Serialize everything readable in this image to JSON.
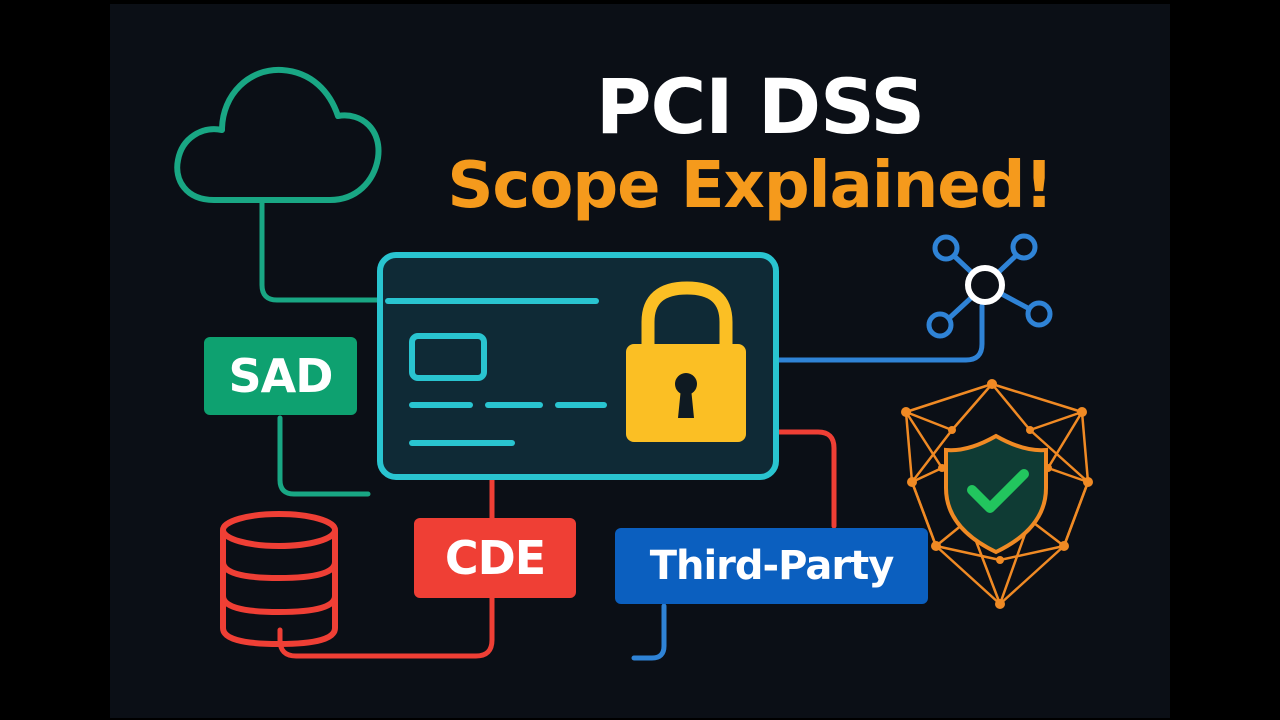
{
  "title": {
    "line1": "PCI DSS",
    "line2": "Scope Explained!"
  },
  "labels": {
    "sad": "SAD",
    "cde": "CDE",
    "third_party": "Third-Party"
  },
  "colors": {
    "background": "#0b0f16",
    "title_primary": "#ffffff",
    "title_accent": "#f59a1c",
    "card_outline": "#29c4d0",
    "card_fill": "#0f2a36",
    "lock": "#fbbf24",
    "cloud_line": "#19a784",
    "sad_tag": "#0ea170",
    "cde_tag": "#ef3f35",
    "third_party_tag": "#0b5fbf",
    "network_line": "#2f83d6",
    "shield_mesh": "#f08a24",
    "shield_fill": "#0f3b34",
    "check": "#22c55e"
  },
  "icons": [
    "cloud-icon",
    "credit-card-icon",
    "padlock-icon",
    "database-icon",
    "network-hub-icon",
    "shield-check-icon"
  ]
}
